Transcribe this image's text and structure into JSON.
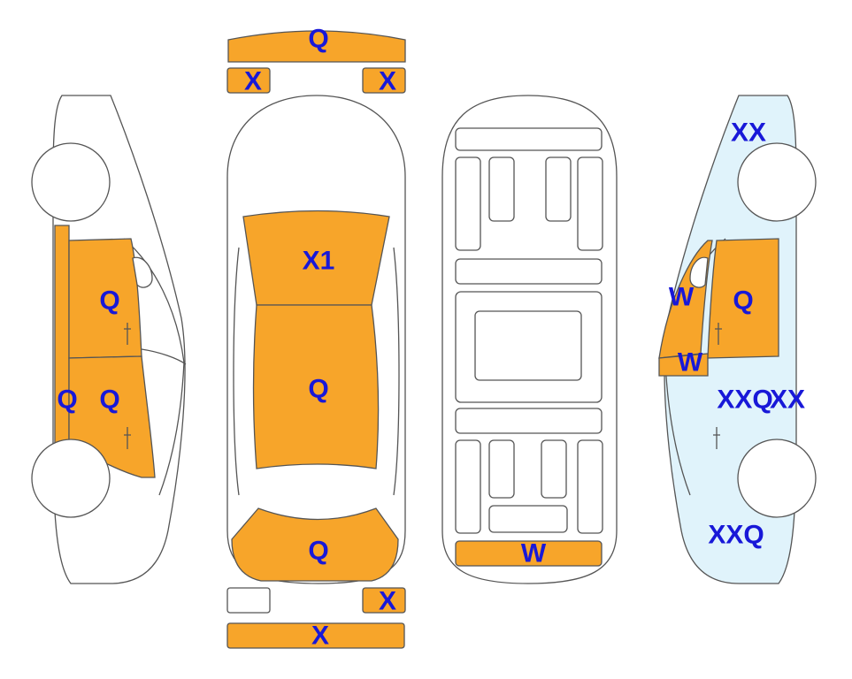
{
  "colors": {
    "damaged": "#f7a52a",
    "highlight": "#e0f3fb",
    "outline": "#555555",
    "label": "#1818d8"
  },
  "labels": {
    "front_bumper": "Q",
    "front_left_corner": "X",
    "front_right_corner": "X",
    "hood": "X1",
    "roof": "Q",
    "trunk": "Q",
    "rear_right_corner": "X",
    "rear_bumper": "X",
    "underbody_rear": "W",
    "left_front_door": "Q",
    "left_rear_door": "Q",
    "left_rocker": "Q",
    "right_fender": "XX",
    "right_front_door": "Q",
    "right_a_pillar": "W",
    "right_mirror_area": "W",
    "right_rear_door_a": "XXQ",
    "right_rear_door_b": "XX",
    "right_rear_quarter": "XXQ"
  }
}
